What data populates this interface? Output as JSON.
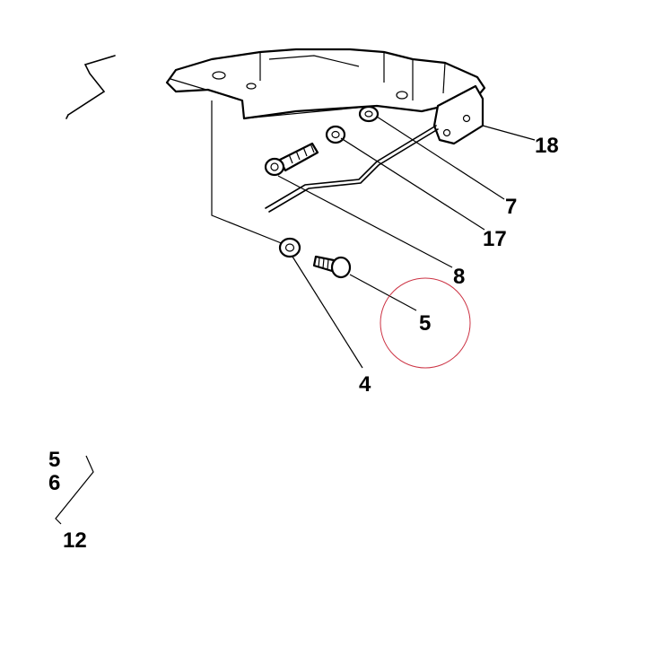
{
  "callouts": {
    "c18": "18",
    "c7": "7",
    "c17": "17",
    "c8": "8",
    "c5": "5",
    "c4": "4",
    "c12": "12",
    "partial_a": "5",
    "partial_b": "6"
  },
  "colors": {
    "ink": "#000000",
    "highlight_circle": "#cc3344",
    "background": "#ffffff"
  }
}
